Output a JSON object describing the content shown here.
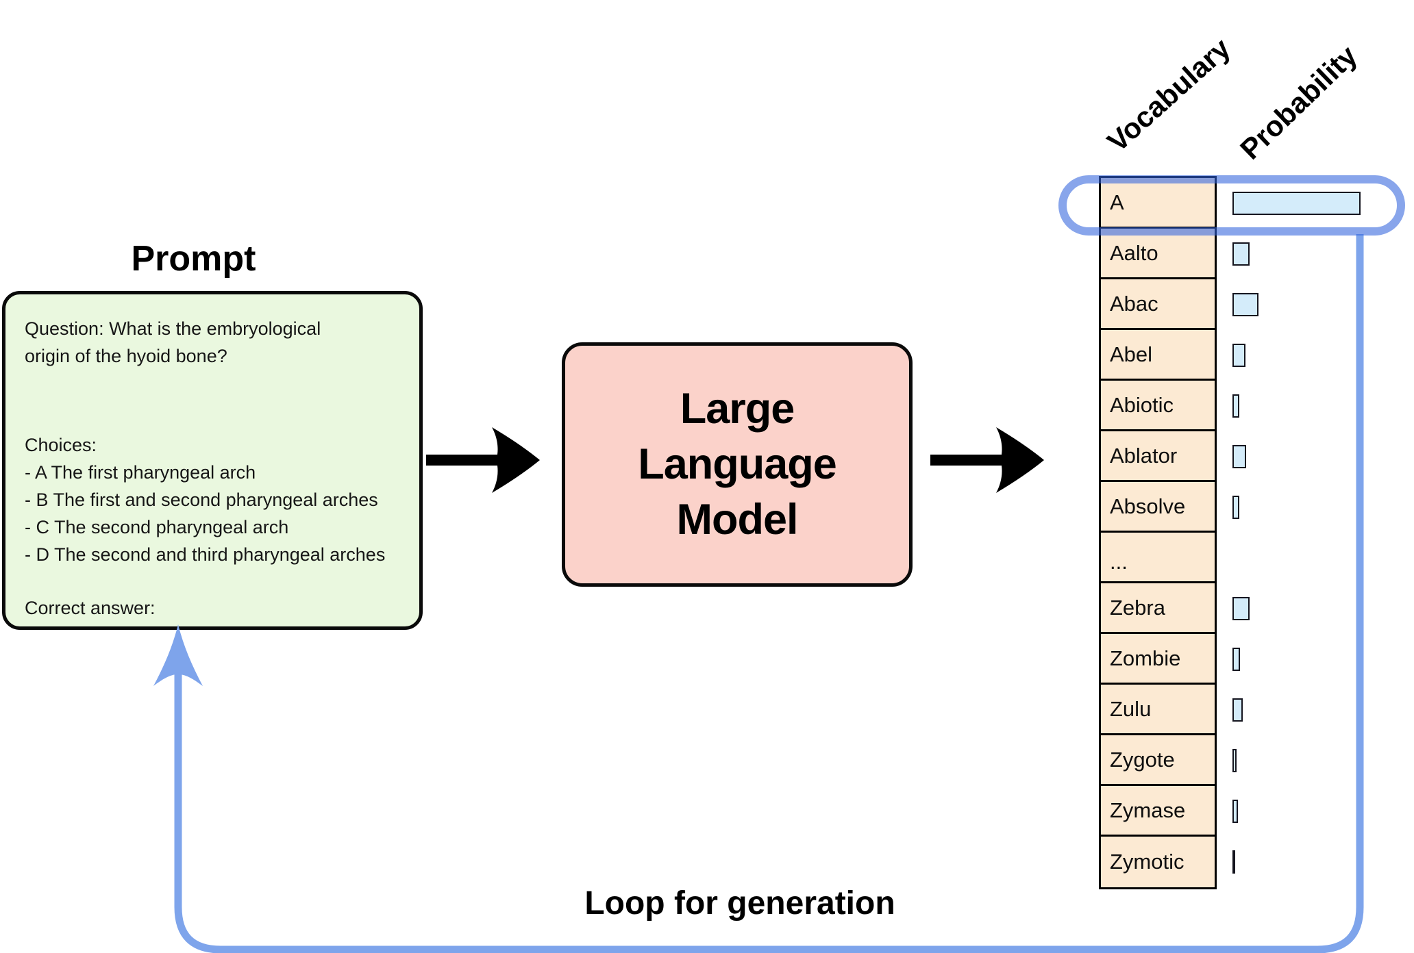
{
  "prompt": {
    "title": "Prompt",
    "question": "Question: What is the embryological origin of the hyoid bone?",
    "choices_label": "Choices:",
    "choices": [
      "- A The first pharyngeal arch",
      "- B The first and second pharyngeal arches",
      "- C The second pharyngeal arch",
      "- D The second and third pharyngeal arches"
    ],
    "correct_answer_label": "Correct answer:"
  },
  "llm": {
    "lines": [
      "Large",
      "Language",
      "Model"
    ]
  },
  "output_table": {
    "headers": {
      "vocabulary": "Vocabulary",
      "probability": "Probability"
    },
    "rows": [
      {
        "token": "A",
        "bar": 187,
        "highlighted": true
      },
      {
        "token": "Aalto",
        "bar": 25,
        "highlighted": false
      },
      {
        "token": "Abac",
        "bar": 38,
        "highlighted": false
      },
      {
        "token": "Abel",
        "bar": 19,
        "highlighted": false
      },
      {
        "token": "Abiotic",
        "bar": 10,
        "highlighted": false
      },
      {
        "token": "Ablator",
        "bar": 20,
        "highlighted": false
      },
      {
        "token": "Absolve",
        "bar": 10,
        "highlighted": false
      },
      {
        "token": "...",
        "bar": 0,
        "highlighted": false
      },
      {
        "token": "Zebra",
        "bar": 25,
        "highlighted": false
      },
      {
        "token": "Zombie",
        "bar": 11,
        "highlighted": false
      },
      {
        "token": "Zulu",
        "bar": 15,
        "highlighted": false
      },
      {
        "token": "Zygote",
        "bar": 6,
        "highlighted": false
      },
      {
        "token": "Zymase",
        "bar": 8,
        "highlighted": false
      },
      {
        "token": "Zymotic",
        "bar": 4,
        "highlighted": false
      }
    ]
  },
  "loop": {
    "label": "Loop for generation"
  },
  "colors": {
    "green_fill": "#EAF8DF",
    "pink_fill": "#FBD2CA",
    "cell_fill": "#FCEAD3",
    "bar_fill": "#D4ECFA",
    "loop_blue": "#7EA4EB",
    "ink": "#0a0a0a"
  }
}
